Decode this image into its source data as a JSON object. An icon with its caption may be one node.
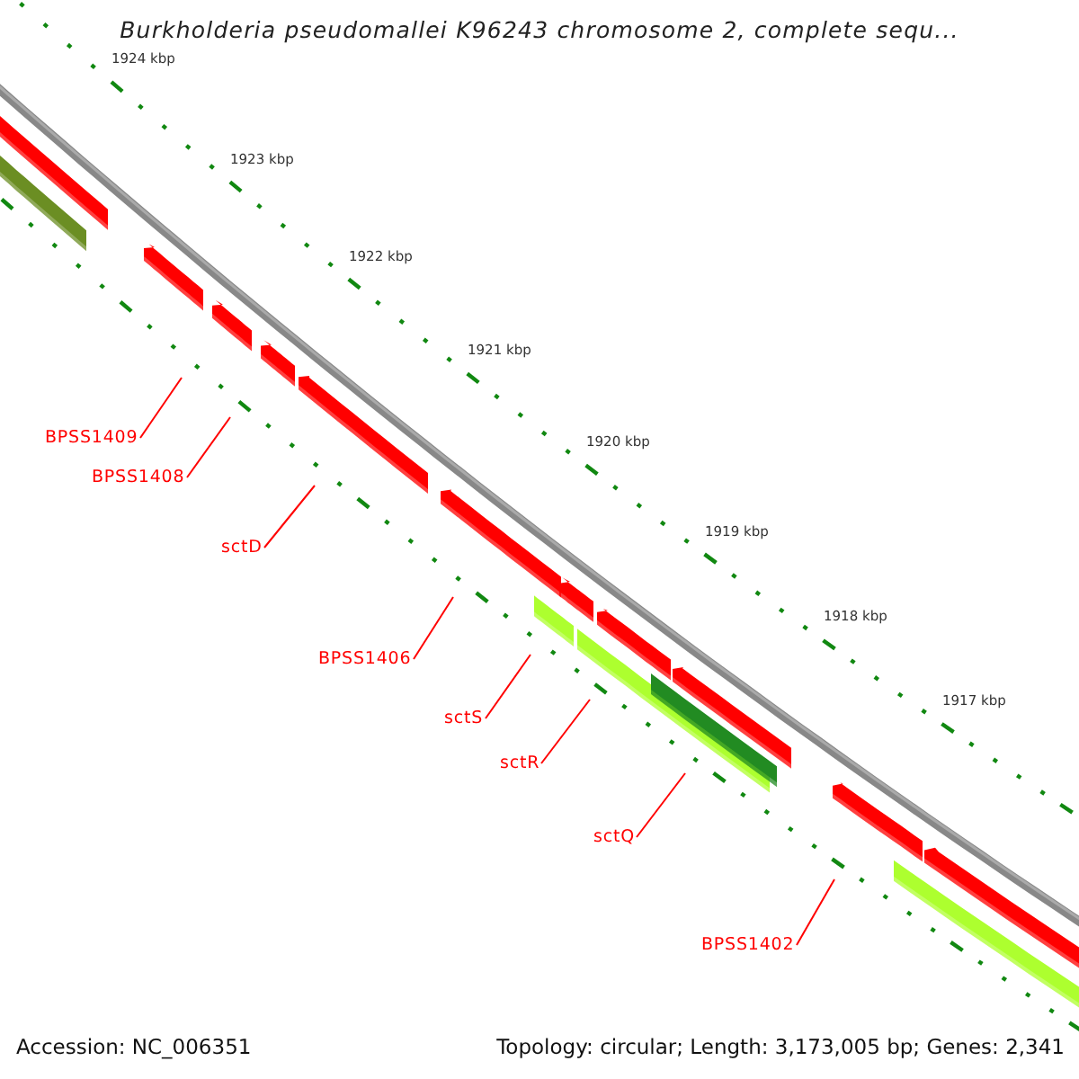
{
  "diagram": {
    "title": "Burkholderia pseudomallei K96243 chromosome 2, complete sequ...",
    "nodes": [
      {
        "text": [
          "BPSS1409"
        ]
      },
      {
        "text": [
          "BPSS1408"
        ]
      },
      {
        "text": [
          "sctD"
        ]
      },
      {
        "text": [
          "BPSS1406"
        ]
      },
      {
        "text": [
          "sctS"
        ]
      },
      {
        "text": [
          "sctR"
        ]
      },
      {
        "text": [
          "sctQ"
        ]
      },
      {
        "text": [
          "BPSS1402"
        ]
      }
    ],
    "edges": [
      {
        "from": 0,
        "to": null,
        "arrow": "none"
      },
      {
        "from": 1,
        "to": null,
        "arrow": "none"
      },
      {
        "from": 2,
        "to": null,
        "arrow": "none"
      },
      {
        "from": 3,
        "to": null,
        "arrow": "none"
      },
      {
        "from": 4,
        "to": null,
        "arrow": "none"
      },
      {
        "from": 5,
        "to": null,
        "arrow": "none"
      },
      {
        "from": 6,
        "to": null,
        "arrow": "none"
      },
      {
        "from": 7,
        "to": null,
        "arrow": "none"
      }
    ],
    "labels": [
      "1924 kbp",
      "1923 kbp",
      "1922 kbp",
      "1921 kbp",
      "1920 kbp",
      "1919 kbp",
      "1918 kbp",
      "1917 kbp",
      "Accession: NC_006351",
      "Topology: circular; Length: 3,173,005 bp; Genes: 2,341"
    ]
  }
}
